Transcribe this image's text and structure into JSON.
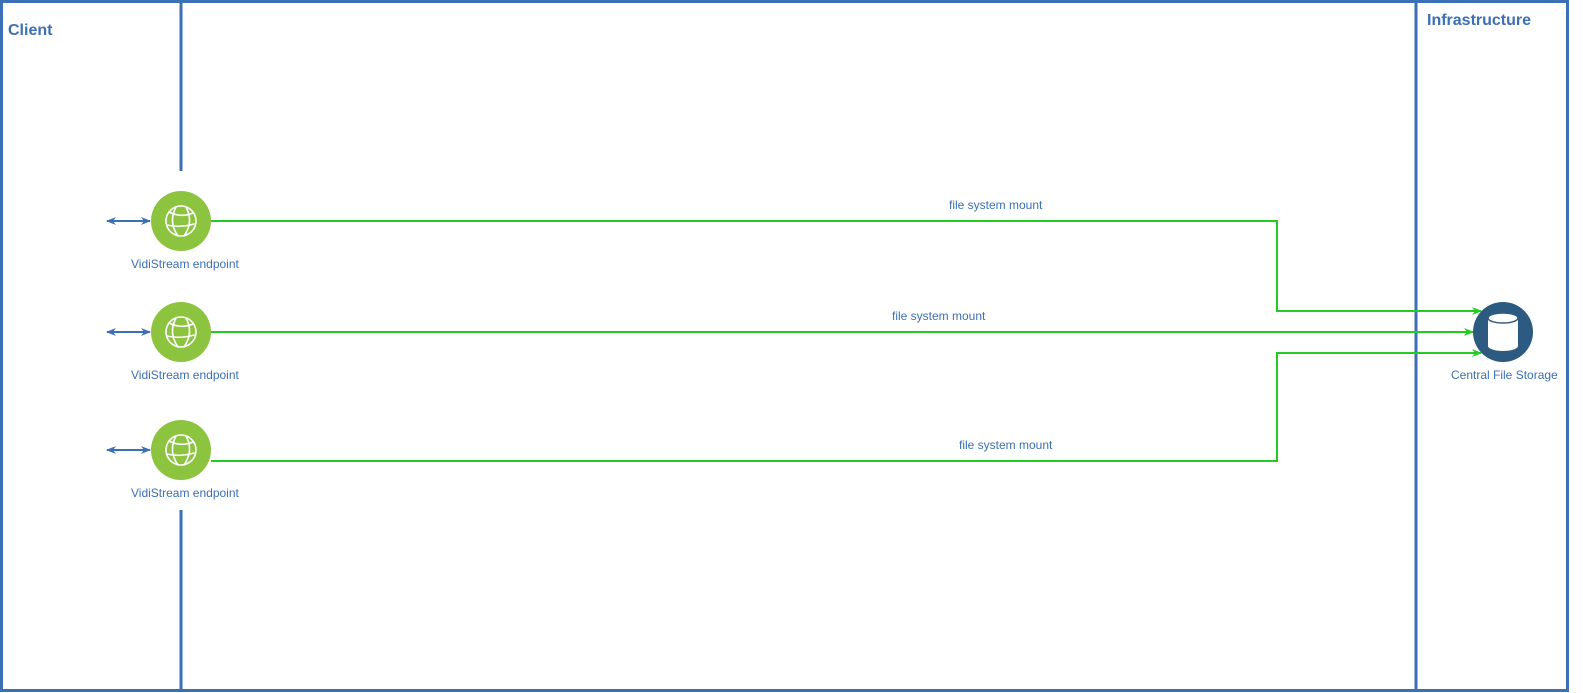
{
  "zones": {
    "client": {
      "title": "Client"
    },
    "infrastructure": {
      "title": "Infrastructure"
    }
  },
  "nodes": {
    "endpoints": [
      {
        "label": "VidiStream endpoint",
        "icon": "globe-icon"
      },
      {
        "label": "VidiStream endpoint",
        "icon": "globe-icon"
      },
      {
        "label": "VidiStream endpoint",
        "icon": "globe-icon"
      }
    ],
    "storage": {
      "label": "Central File Storage",
      "icon": "database-cylinder-icon"
    }
  },
  "edges": [
    {
      "label": "file system mount"
    },
    {
      "label": "file system mount"
    },
    {
      "label": "file system mount"
    }
  ],
  "colors": {
    "border": "#3b6fb6",
    "endpoint_fill": "#8cc43f",
    "storage_fill": "#2d5a80",
    "connection": "#22cc22",
    "text": "#3b6fb6"
  }
}
